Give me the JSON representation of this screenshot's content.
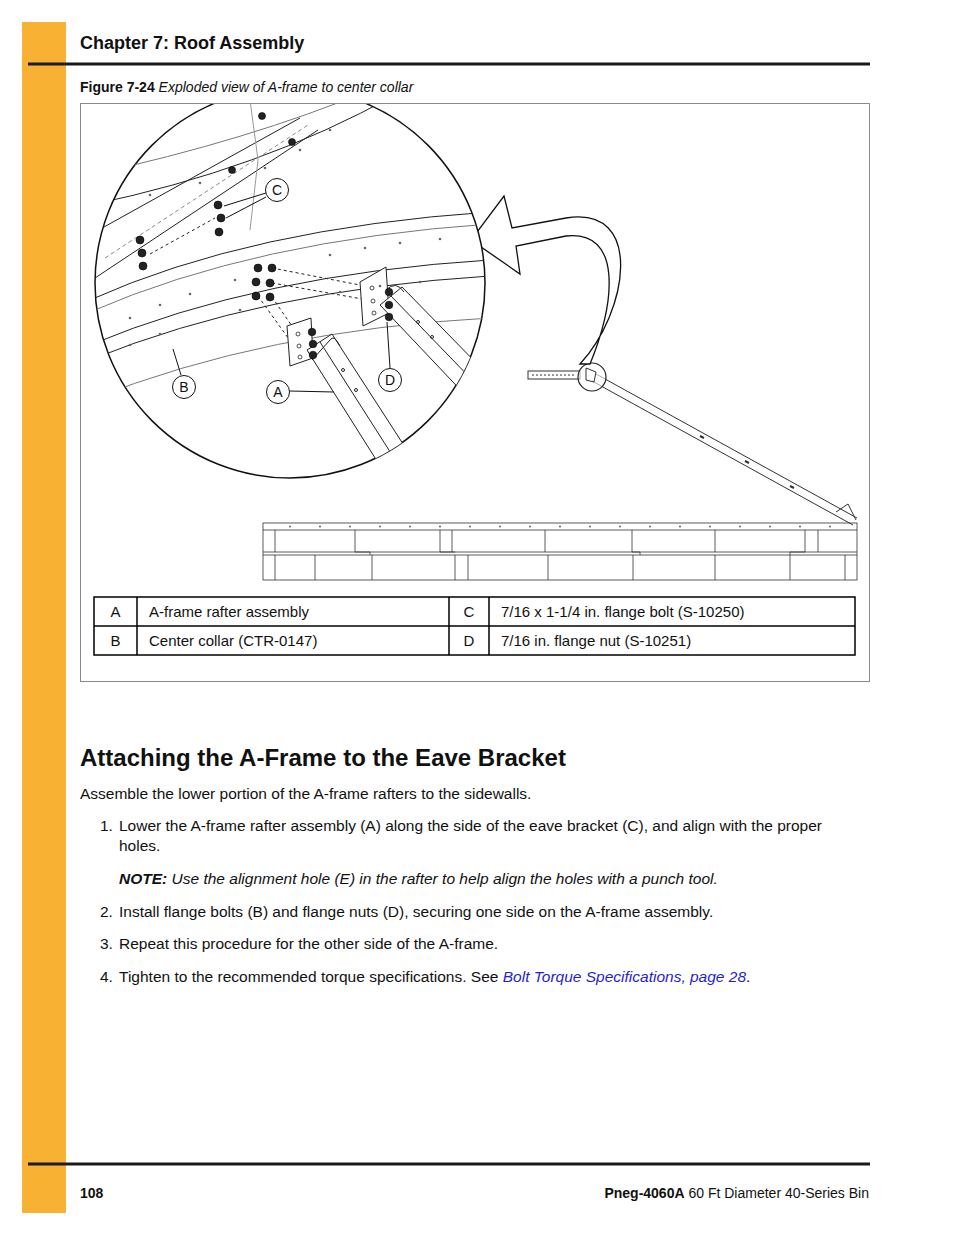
{
  "diagram": {
    "title": "Attaching the A-Frame to the Eave Bracket",
    "nodes": [
      {
        "text": [
          "C"
        ]
      },
      {
        "text": [
          "B"
        ]
      },
      {
        "text": [
          "A"
        ]
      },
      {
        "text": [
          "D"
        ]
      }
    ],
    "labels": [
      "Chapter 7: Roof Assembly",
      "Figure 7-24",
      "Exploded view of A-frame to center collar",
      "A",
      "A-frame rafter assembly",
      "C",
      "7/16 x 1-1/4 in. flange bolt (S-10250)",
      "B",
      "Center collar (CTR-0147)",
      "D",
      "7/16 in. flange nut (S-10251)",
      "Assemble the lower portion of the A-frame rafters to the sidewalls.",
      "1.",
      "Lower the A-frame rafter assembly (A) along the side of the eave bracket (C), and align with the proper holes.",
      "NOTE:",
      "Use the alignment hole (E) in the rafter to help align the holes with a punch tool.",
      "2.",
      "Install flange bolts (B) and flange nuts (D), securing one side on the A-frame assembly.",
      "3.",
      "Repeat this procedure for the other side of the A-frame.",
      "4.",
      "Tighten to the recommended torque specifications. See",
      "Bolt Torque Specifications, page 28",
      ".",
      "108",
      "Pneg-4060A",
      "60 Ft Diameter 40-Series Bin"
    ]
  }
}
